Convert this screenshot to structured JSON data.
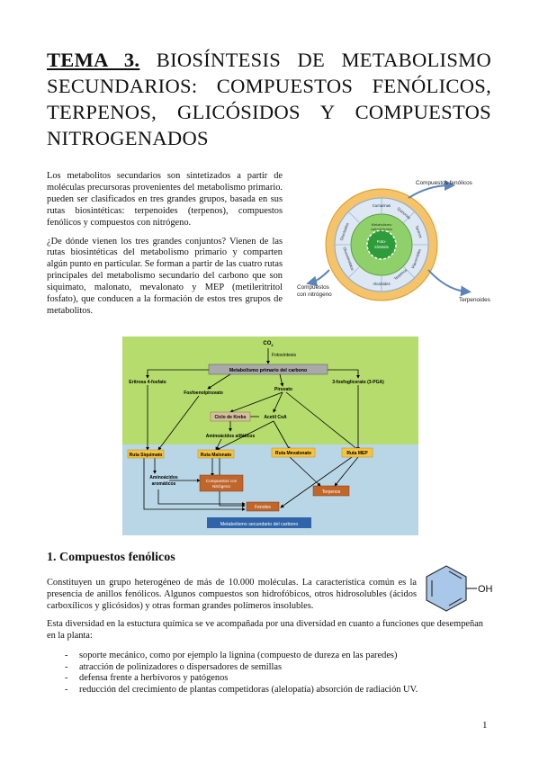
{
  "title": {
    "lead": "TEMA 3.",
    "rest": " BIOSÍNTESIS DE METABOLISMO SECUNDARIOS: COMPUESTOS FENÓLICOS, TERPENOS, GLICÓSIDOS Y COMPUESTOS NITROGENADOS"
  },
  "intro": {
    "p1": "Los metabolitos secundarios son sintetizados a partir de moléculas precursoras provenientes del metabolismo primario. pueden ser clasificados en tres grandes grupos, basada en sus rutas biosintéticas: terpenoides (terpenos), compuestos fenólicos y compuestos con nitrógeno.",
    "p2": "¿De dónde vienen los tres grandes conjuntos? Vienen de las rutas biosintéticas del metabolismo primario y comparten algún punto en particular. Se forman a partir de las cuatro rutas principales del metabolismo secundario del carbono que son siquimato, malonato, mevalonato y MEP (metileritritol fosfato), que conducen a la formación de estos tres grupos de metabolitos."
  },
  "circle_figure": {
    "label_fenolicos": "Compuestos fenólicos",
    "label_nitrogeno_1": "Compuestos",
    "label_nitrogeno_2": "con nitrógeno",
    "label_terpenoides": "Terpenoides",
    "center_1": "Foto-",
    "center_2": "síntesis",
    "ring_1": "Metabolismo",
    "ring_2": "carbohidratos",
    "outer": [
      "Cumarinas",
      "Quinonas",
      "Taninos",
      "Flavonoides",
      "Terpenos",
      "Alcaloides",
      "Glucosinolatos",
      "Glucósidos"
    ]
  },
  "flow": {
    "co2": "CO",
    "co2_sub": "2",
    "fotosintesis": "Fotosíntesis",
    "primario": "Metabolismo primario del carbono",
    "eritrosa": "Eritrosa 4-fosfato",
    "fosfoglicerato": "3-fosfoglicerato (3-PGA)",
    "fosfoenolpiruvato": "Fosfoenolpiruvato",
    "piruvato": "Piruvato",
    "krebs": "Ciclo de Krebs",
    "acetil": "Acetil CoA",
    "aminoacidos_alif": "Aminoácidos alifáticos",
    "siquimato": "Ruta Siquimato",
    "malonato": "Ruta Malonato",
    "mevalonato": "Ruta Mevalonato",
    "mep": "Ruta MEP",
    "aminoacidos_arom_1": "Aminoácidos",
    "aminoacidos_arom_2": "aromáticos",
    "nitrogeno_1": "Compuestos con",
    "nitrogeno_2": "Nitrógeno",
    "terpenos": "Terpenos",
    "fenoles": "Fenoles",
    "secundario": "Metabolismo secundario del carbono"
  },
  "section": {
    "heading": "1. Compuestos fenólicos",
    "p1": "Constituyen un grupo heterogéneo de más de 10.000 moléculas. La característica común es la presencia de anillos fenólicos. Algunos compuestos son hidrofóbicos, otros hidrosolubles (ácidos carboxílicos y glicósidos) y otras forman grandes polímeros insolubles.",
    "phenol_label": "OH",
    "p2": "Esta diversidad en la estuctura química se ve acompañada por una diversidad en cuanto a funciones que desempeñan en la planta:",
    "items": [
      "soporte mecánico, como por ejemplo la lignina (compuesto de dureza en las paredes)",
      "atracción de polinizadores o dispersadores de semillas",
      "defensa frente a herbívoros y patógenos",
      "reducción del crecimiento de plantas competidoras (alelopatía) absorción de radiación UV."
    ]
  },
  "page_number": "1"
}
